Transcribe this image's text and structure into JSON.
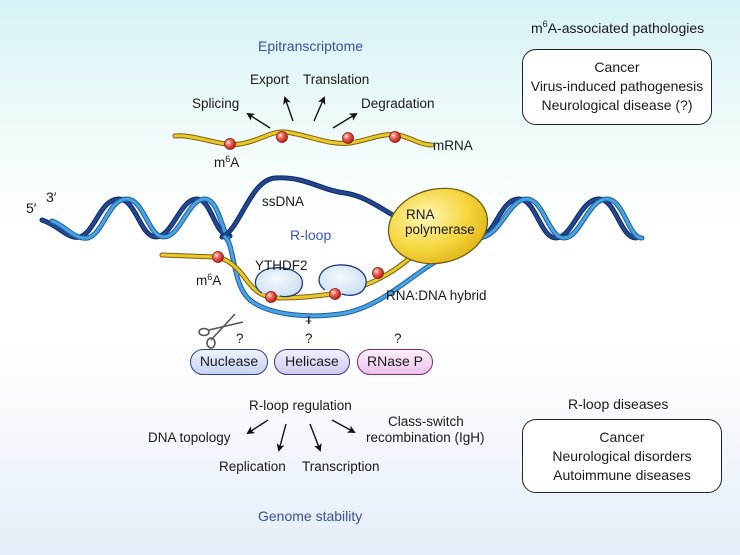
{
  "epitranscriptome": {
    "title": "Epitranscriptome",
    "processes": [
      "Splicing",
      "Export",
      "Translation",
      "Degradation"
    ],
    "mrna_label": "mRNA",
    "m6a_label": {
      "base": "m",
      "sup": "6",
      "rest": "A"
    }
  },
  "m6a_pathologies": {
    "title": {
      "base": "m",
      "sup": "6",
      "rest": "A-associated pathologies"
    },
    "items": [
      "Cancer",
      "Virus-induced pathogenesis",
      "Neurological disease (?)"
    ]
  },
  "dna": {
    "five_prime": "5′",
    "three_prime": "3′",
    "ssdna_label": "ssDNA",
    "rloop_label": "R-loop",
    "polymerase_label_line1": "RNA",
    "polymerase_label_line2": "polymerase",
    "ythdf2_label": "YTHDF2",
    "m6a_label": {
      "base": "m",
      "sup": "6",
      "rest": "A"
    },
    "hybrid_label": "RNA:DNA hybrid",
    "plus_sign": "+"
  },
  "enzymes": {
    "question_mark": "?",
    "items": [
      {
        "label": "Nuclease",
        "color": "#c6d2f2"
      },
      {
        "label": "Helicase",
        "color": "#d3c8f2"
      },
      {
        "label": "RNase P",
        "color": "#ecc2ec"
      }
    ]
  },
  "rloop_regulation": {
    "title": "R-loop regulation",
    "outcomes": [
      "DNA topology",
      "Replication",
      "Transcription",
      "Class-switch",
      "recombination (IgH)"
    ],
    "footer": "Genome stability"
  },
  "rloop_diseases": {
    "title": "R-loop diseases",
    "items": [
      "Cancer",
      "Neurological disorders",
      "Autoimmune diseases"
    ]
  },
  "colors": {
    "dna_dark": "#1d3b80",
    "dna_light": "#3a8fd0",
    "rna_yellow": "#e8c41c",
    "m6a_red": "#e8453c",
    "polymerase": "#f4d43a",
    "ythdf2": "#dbe9f6",
    "title_blue": "#3a4fa0"
  }
}
